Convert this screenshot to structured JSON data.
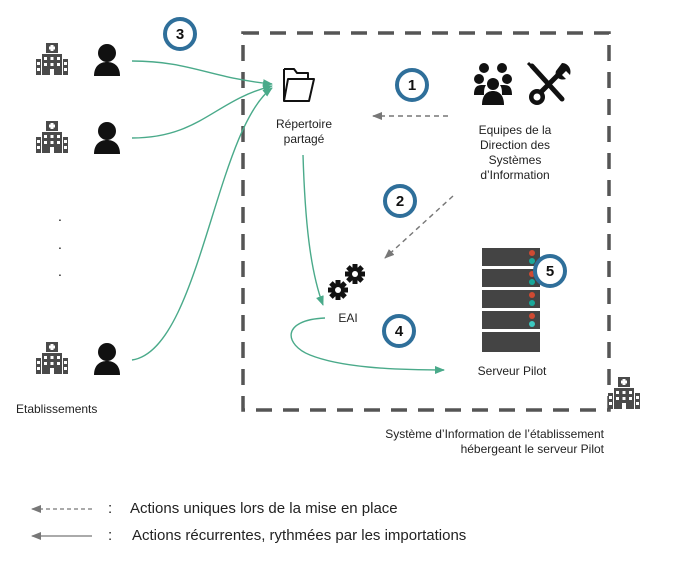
{
  "colors": {
    "recurrent_arrow": "#4aaa8a",
    "unique_arrow": "#777777",
    "badge_border": "#2f6f9a",
    "boundary": "#555555",
    "server_body": "#444444",
    "server_led_red": "#d04a32",
    "server_led_teal": "#1aa89a"
  },
  "left": {
    "label": "Etablissements",
    "ellipsis": [
      ".",
      ".",
      "."
    ],
    "nodes": [
      {
        "icon": "hospital-icon",
        "user": "user-icon"
      },
      {
        "icon": "hospital-icon",
        "user": "user-icon"
      },
      {
        "icon": "hospital-icon",
        "user": "user-icon"
      }
    ]
  },
  "system": {
    "caption_line1": "Système d’Information de l’établissement",
    "caption_line2": "hébergeant le serveur Pilot",
    "shared_folder": {
      "line1": "Répertoire",
      "line2": "partagé"
    },
    "dsi": {
      "line1": "Equipes de la",
      "line2": "Direction des",
      "line3": "Systèmes",
      "line4": "d’Information"
    },
    "eai": "EAI",
    "server": "Serveur Pilot"
  },
  "steps": [
    "1",
    "2",
    "3",
    "4",
    "5"
  ],
  "legend": [
    {
      "style": "dashed",
      "separator": ":",
      "text": "Actions uniques lors de la mise en place"
    },
    {
      "style": "solid",
      "separator": ":",
      "text": "Actions récurrentes, rythmées par les importations"
    }
  ]
}
